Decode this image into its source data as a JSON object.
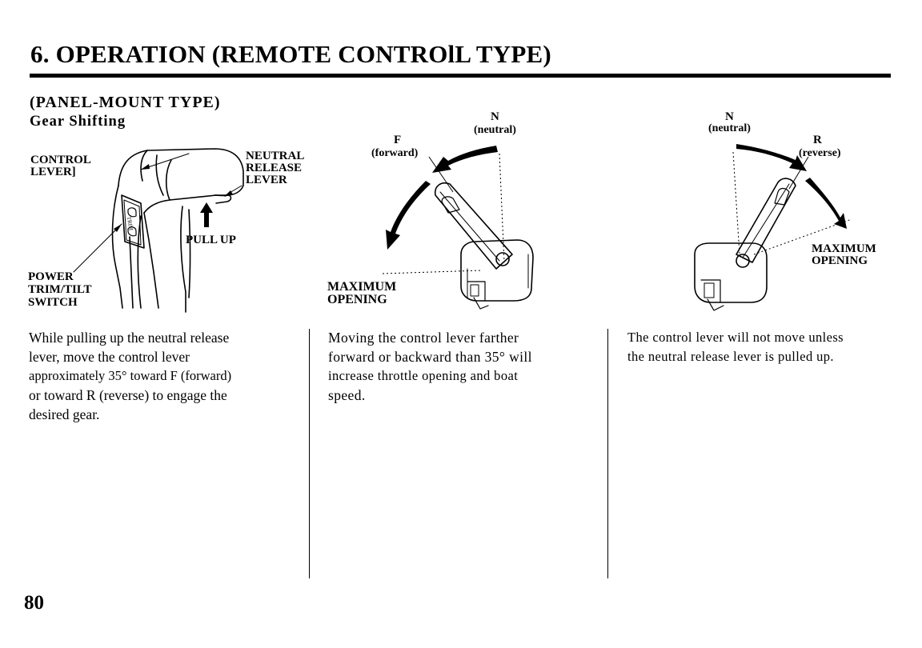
{
  "page": {
    "title": "6. OPERATION (REMOTE CONTROlL TYPE)",
    "section_heading": "(PANEL-MOUNT TYPE)",
    "sub_heading": "Gear Shifting",
    "page_number": "80"
  },
  "figure_left": {
    "control_lever_label": [
      "CONTROL",
      "LEVER]"
    ],
    "neutral_release_lever_label": [
      "NEUTRAL",
      "RELEASE",
      "LEVER"
    ],
    "pull_up_label": "PULL UP",
    "power_trim_switch_label": [
      "POWER",
      "TRIM/TILT",
      "SWITCH"
    ],
    "switch_text": "TRIM"
  },
  "figure_middle": {
    "n_label": "N",
    "neutral_label": "(neutral)",
    "f_label": "F",
    "forward_label": "(forward)",
    "max_opening_label": [
      "MAXIMUM",
      "OPENING"
    ]
  },
  "figure_right": {
    "n_label": "N",
    "neutral_label": "(neutral)",
    "r_label": "R",
    "reverse_label": "(reverse)",
    "max_opening_label": [
      "MAXIMUM",
      "OPENING"
    ]
  },
  "columns": {
    "left_text": [
      "While pulling up the neutral release",
      "lever, move the control lever",
      "approximately 35° toward F (forward)",
      "or toward R (reverse) to engage the",
      "desired gear."
    ],
    "middle_text": [
      "Moving the control lever farther",
      "forward or backward than 35° will",
      "increase throttle opening and boat",
      "speed."
    ],
    "right_text": [
      "The control lever will not move unless",
      "the neutral release lever is pulled up."
    ]
  }
}
